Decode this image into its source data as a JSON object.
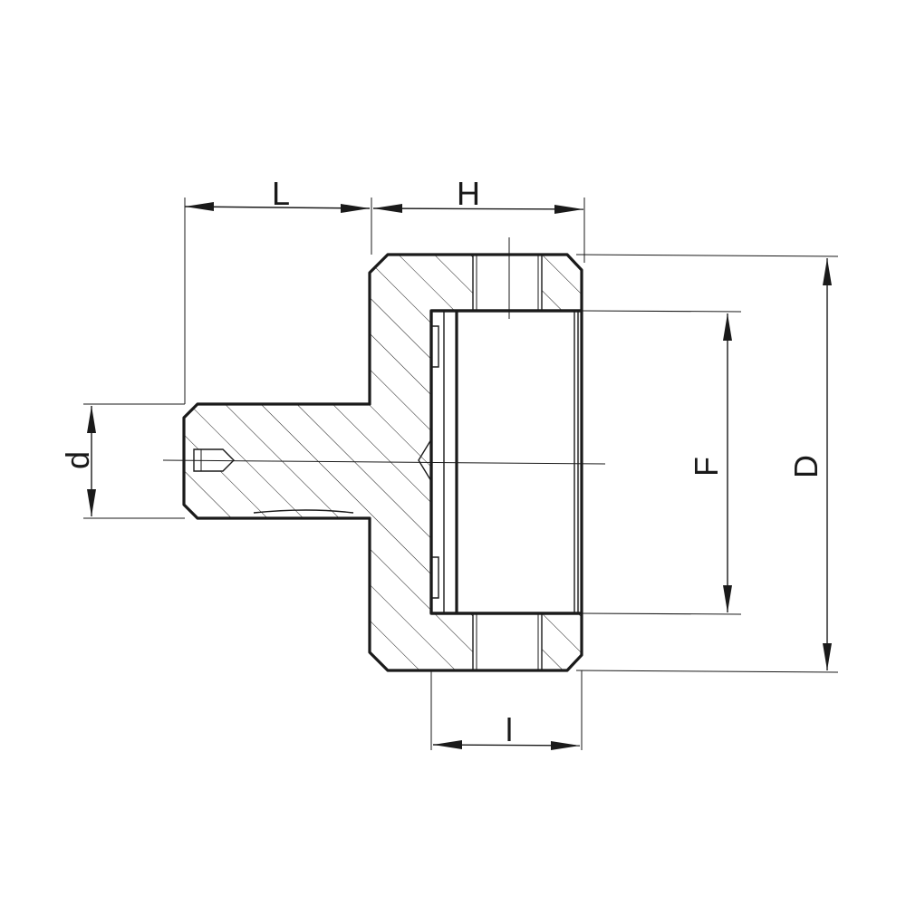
{
  "drawing": {
    "type": "technical-section-drawing",
    "dimension_labels": {
      "L": "L",
      "H": "H",
      "d": "d",
      "F": "F",
      "D": "D",
      "l": "l"
    }
  }
}
